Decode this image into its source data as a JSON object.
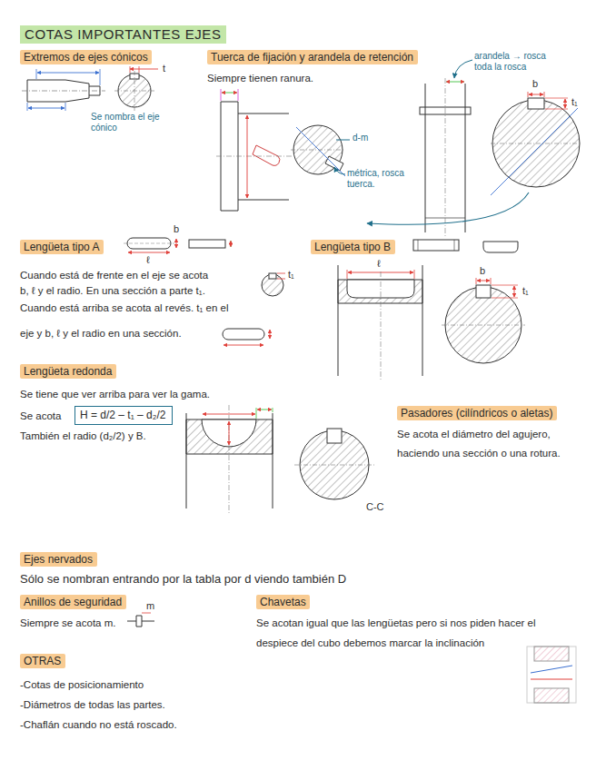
{
  "diagram": {
    "title": "COTAS IMPORTANTES EJES",
    "nodes": [
      {
        "text": [
          "Extremos de ejes cónicos"
        ]
      },
      {
        "text": [
          "Tuerca de fijación y arandela de retención"
        ]
      },
      {
        "text": [
          "Lengüeta tipo A"
        ]
      },
      {
        "text": [
          "Lengüeta tipo B"
        ]
      },
      {
        "text": [
          "Lengüeta redonda"
        ]
      },
      {
        "text": [
          "Pasadores (cilíndricos o aletas)"
        ]
      },
      {
        "text": [
          "Ejes nervados"
        ]
      },
      {
        "text": [
          "Anillos de seguridad"
        ]
      },
      {
        "text": [
          "Chavetas"
        ]
      },
      {
        "text": [
          "OTRAS"
        ]
      },
      {
        "text": [
          "H = d/2 – t₁ – d₂/2"
        ]
      }
    ],
    "labels": [
      "t",
      "Se nombra el eje cónico",
      "Siempre tienen ranura.",
      "arandela → rosca toda la rosca",
      "d-m",
      "métrica, rosca tuerca.",
      "b",
      "t₁",
      "ℓ",
      "b",
      "Cuando está de frente en el eje se acota",
      "b, ℓ y el radio. En una sección a parte t₁.",
      "Cuando está arriba se acota al revés. t₁ en el",
      "eje y b, ℓ y el radio en una sección.",
      "t₁",
      "ℓ",
      "b",
      "t₁",
      "Se tiene que ver arriba para ver la gama.",
      "Se acota",
      "También el radio (d₂/2) y B.",
      "C-C",
      "Se acota el diámetro del agujero,",
      "haciendo una sección o una rotura.",
      "Sólo se nombran entrando por la tabla por d viendo también D",
      "Siempre se acota m.",
      "m",
      "Se acotan igual que las lengüetas pero si nos piden hacer el",
      "despiece del cubo debemos marcar la inclinación",
      "-Cotas de posicionamiento",
      "-Diámetros de todas las partes.",
      "-Chaflán cuando no está roscado."
    ]
  }
}
